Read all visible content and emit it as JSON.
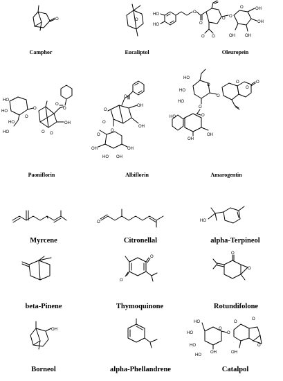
{
  "compounds": [
    {
      "name": "Camphor"
    },
    {
      "name": "Eucaliptol"
    },
    {
      "name": "Oleuropein"
    },
    {
      "name": "Paoniflorin"
    },
    {
      "name": "Albiflorin"
    },
    {
      "name": "Amarogentin"
    },
    {
      "name": "Myrcene"
    },
    {
      "name": "Citronellal"
    },
    {
      "name": "alpha-Terpineol"
    },
    {
      "name": "beta-Pinene"
    },
    {
      "name": "Thymoquinone"
    },
    {
      "name": "Rotundifolone"
    },
    {
      "name": "Borneol"
    },
    {
      "name": "alpha-Phellandrene"
    },
    {
      "name": "Catalpol"
    }
  ],
  "atom_labels": {
    "O": "O",
    "OH": "OH",
    "HO": "HO"
  }
}
